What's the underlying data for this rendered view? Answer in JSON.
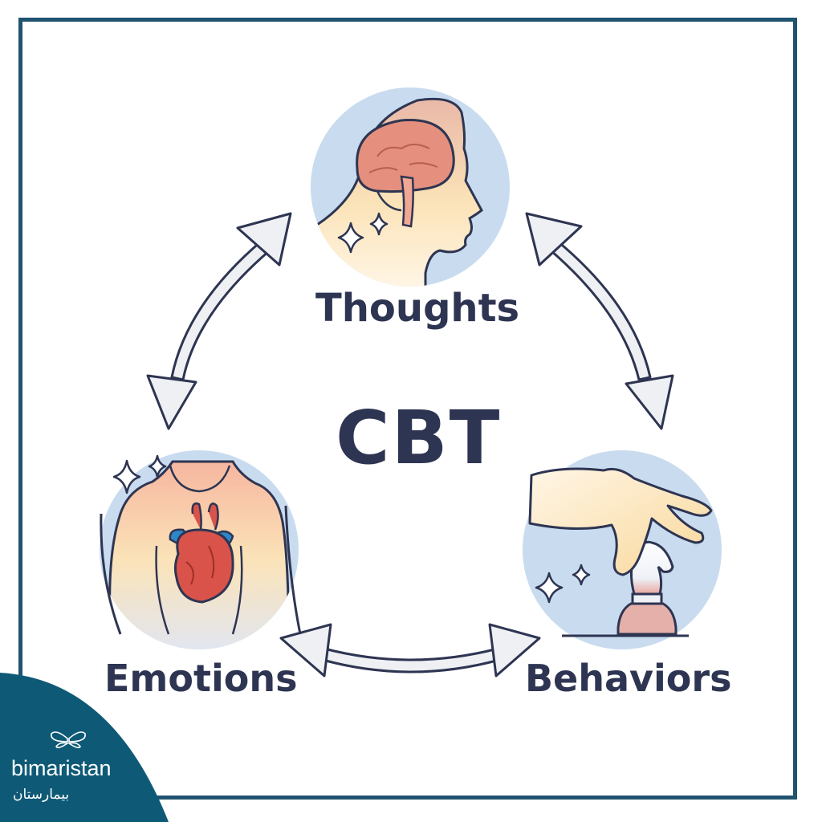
{
  "diagram": {
    "center_label": "CBT",
    "nodes": [
      {
        "id": "thoughts",
        "label": "Thoughts"
      },
      {
        "id": "emotions",
        "label": "Emotions"
      },
      {
        "id": "behaviors",
        "label": "Behaviors"
      }
    ],
    "links": [
      {
        "from": "thoughts",
        "to": "emotions",
        "direction": "bidirectional"
      },
      {
        "from": "thoughts",
        "to": "behaviors",
        "direction": "bidirectional"
      },
      {
        "from": "emotions",
        "to": "behaviors",
        "direction": "bidirectional"
      }
    ]
  },
  "brand": {
    "name": "bimaristan",
    "name_arabic": "بيمارستان",
    "color": "#0e5a76"
  },
  "colors": {
    "frame": "#1f5370",
    "text": "#2e3552",
    "circle": "#c9dbef",
    "arrow_fill": "#eef0f3",
    "arrow_stroke": "#2e3552",
    "warm": "#f8d9a0",
    "heart": "#d9534a",
    "vessel": "#2f86c8"
  },
  "icons": [
    "brain-head-icon",
    "heart-torso-icon",
    "chess-hand-icon",
    "sparkle-icon",
    "butterfly-logo-icon"
  ]
}
